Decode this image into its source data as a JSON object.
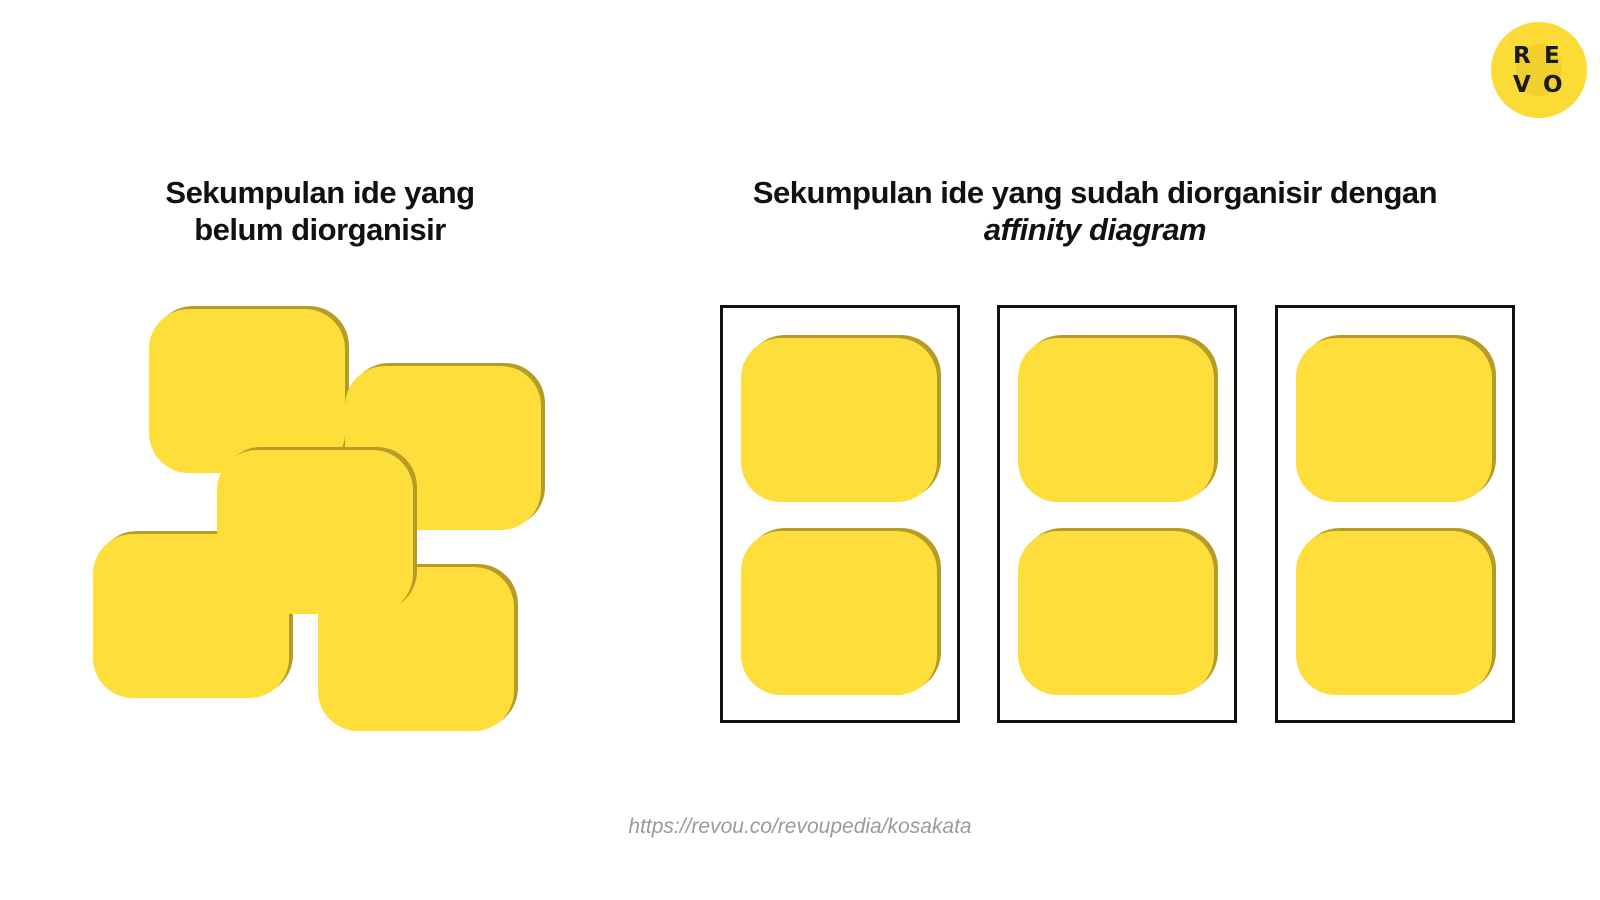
{
  "logo": {
    "letters": [
      "R",
      "E",
      "V",
      "O"
    ],
    "background_color": "#fbdb35"
  },
  "left_panel": {
    "title_line1": "Sekumpulan ide yang",
    "title_line2": "belum diorganisir",
    "note_count": 5
  },
  "right_panel": {
    "title_line1": "Sekumpulan ide yang sudah diorganisir dengan",
    "title_line2": "affinity diagram",
    "group_count": 3,
    "notes_per_group": 2
  },
  "footer": {
    "url": "https://revou.co/revoupedia/kosakata"
  },
  "colors": {
    "note_fill": "#fdde3b",
    "note_shadow": "#b69c26",
    "frame_border": "#111111",
    "footer_text": "#9a9a9a"
  }
}
